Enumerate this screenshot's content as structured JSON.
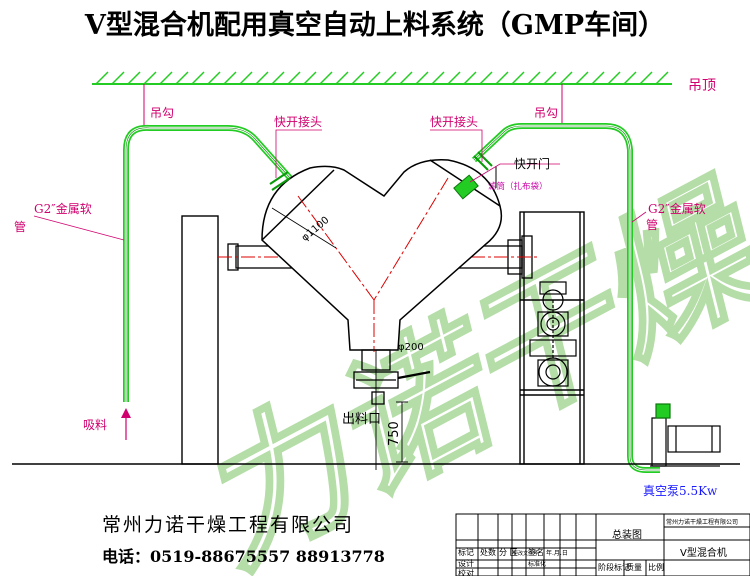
{
  "title": "V型混合机配用真空自动上料系统（GMP车间）",
  "labels": {
    "ceiling": "吊顶",
    "hook_left": "吊勾",
    "hook_right": "吊勾",
    "quick_joint_left": "快开接头",
    "quick_joint_right": "快开接头",
    "quick_door": "快开门",
    "filter": "滤筒（扎布袋）",
    "hose_left_1": "G2″金属软",
    "hose_left_2": "管",
    "hose_right_1": "G2″金属软",
    "hose_right_2": "管",
    "vessel_diameter": "φ1100",
    "outlet_diameter": "φ200",
    "outlet": "出料口",
    "outlet_height": "750",
    "suction": "吸料",
    "pump": "真空泵5.5Kw"
  },
  "company": {
    "name": "常州力诺干燥工程有限公司",
    "phone": "电话：0519-88675557  88913778",
    "watermark": "力诺干燥"
  },
  "title_block": {
    "drawing_type": "总装图",
    "company_small": "常州力诺干燥工程有限公司",
    "product": "V型混合机",
    "header_cells": [
      "标记",
      "处数",
      "分 区",
      "更改文件号",
      "签名",
      "年.月.日"
    ],
    "row_design": "设计",
    "row_check": "校对",
    "row_std": "标准化",
    "stage_cells": [
      "阶段标记",
      "质量",
      "比例"
    ]
  },
  "colors": {
    "pipe": "#22cc22",
    "pipe_dark": "#0a7a0a",
    "line": "#000000",
    "centerline": "#dd0000",
    "hook_label": "#d0006f",
    "filter_label": "#cc00aa",
    "pump_label": "#1a1aff",
    "watermark": "#bfe3b0"
  }
}
